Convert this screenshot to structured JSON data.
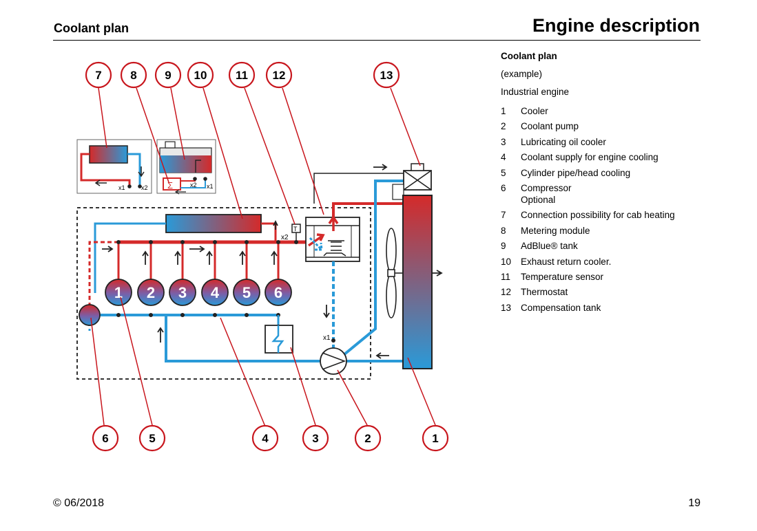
{
  "header": {
    "section": "Coolant plan",
    "title": "Engine description"
  },
  "legend": {
    "title": "Coolant plan",
    "subtitle": "(example)",
    "industrial": "Industrial engine",
    "items": [
      {
        "num": "1",
        "text": "Cooler"
      },
      {
        "num": "2",
        "text": "Coolant pump"
      },
      {
        "num": "3",
        "text": "Lubricating oil cooler"
      },
      {
        "num": "4",
        "text": "Coolant supply for engine cooling"
      },
      {
        "num": "5",
        "text": "Cylinder pipe/head cooling"
      },
      {
        "num": "6",
        "text": "Compressor",
        "sub": "Optional"
      },
      {
        "num": "7",
        "text": "Connection possibility for cab heating"
      },
      {
        "num": "8",
        "text": "Metering module"
      },
      {
        "num": "9",
        "text": "AdBlue® tank"
      },
      {
        "num": "10",
        "text": "Exhaust return cooler."
      },
      {
        "num": "11",
        "text": "Temperature sensor"
      },
      {
        "num": "12",
        "text": "Thermostat"
      },
      {
        "num": "13",
        "text": "Compensation tank"
      }
    ]
  },
  "diagram": {
    "callouts_top": [
      "7",
      "8",
      "9",
      "10",
      "11",
      "12",
      "13"
    ],
    "callouts_bottom": [
      "6",
      "5",
      "4",
      "3",
      "2",
      "1"
    ],
    "cylinders": [
      "1",
      "2",
      "3",
      "4",
      "5",
      "6"
    ],
    "port_labels": {
      "x1": "x1",
      "x2": "x2"
    },
    "colors": {
      "hot": "#d42a2a",
      "cold": "#2a9ad8",
      "callout": "#c8161d"
    }
  },
  "footer": {
    "copyright": "© 06/2018",
    "page": "19"
  }
}
